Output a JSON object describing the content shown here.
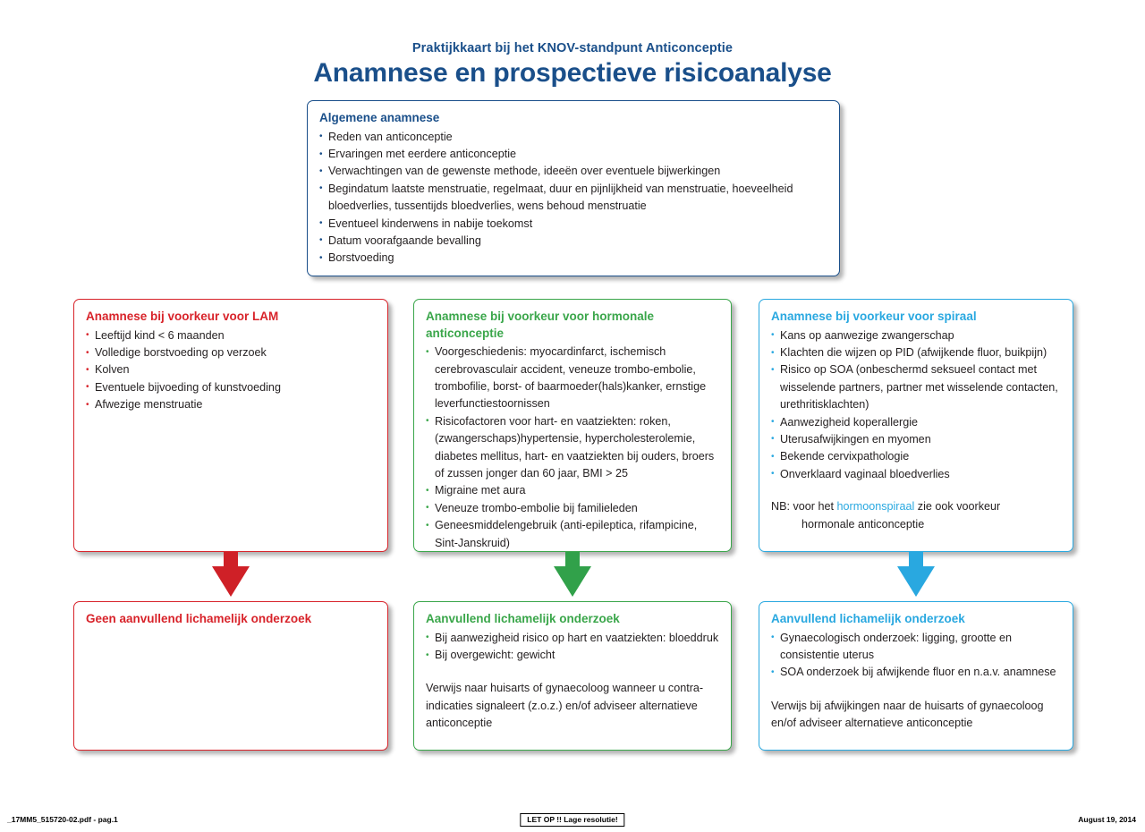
{
  "header": {
    "subtitle": "Praktijkkaart bij het KNOV-standpunt Anticonceptie",
    "title": "Anamnese en prospectieve risicoanalyse"
  },
  "general_box": {
    "title": "Algemene anamnese",
    "items": [
      "Reden van anticonceptie",
      "Ervaringen met eerdere anticonceptie",
      "Verwachtingen van de gewenste methode, ideeën over eventuele bijwerkingen",
      "Begindatum laatste menstruatie, regelmaat, duur en pijnlijkheid van menstruatie, hoeveelheid bloedverlies, tussentijds bloedverlies, wens behoud menstruatie",
      "Eventueel kinderwens in nabije toekomst",
      "Datum voorafgaande bevalling",
      "Borstvoeding"
    ]
  },
  "columns": {
    "lam": {
      "accent": "#d8232a",
      "anamnese": {
        "title": "Anamnese bij voorkeur voor LAM",
        "items": [
          "Leeftijd kind < 6 maanden",
          "Volledige borstvoeding op verzoek",
          "Kolven",
          "Eventuele bijvoeding of kunstvoeding",
          "Afwezige menstruatie"
        ]
      },
      "onderzoek": {
        "title": "Geen aanvullend lichamelijk onderzoek",
        "items": [],
        "paragraph": ""
      }
    },
    "hormonale": {
      "accent": "#3aa64a",
      "anamnese": {
        "title": "Anamnese bij voorkeur voor hormonale anticonceptie",
        "items": [
          "Voorgeschiedenis: myocardinfarct, ischemisch cerebrovasculair accident, veneuze trombo-embolie, trombofilie, borst- of baarmoeder(hals)kanker, ernstige leverfunctiestoornissen",
          "Risicofactoren voor hart- en vaatziekten: roken, (zwangerschaps)hypertensie, hypercholesterolemie, diabetes mellitus, hart- en vaatziekten bij ouders, broers of zussen jonger dan 60 jaar, BMI > 25",
          "Migraine met aura",
          "Veneuze trombo-embolie bij familieleden",
          "Geneesmiddelengebruik (anti-epileptica, rifampicine, Sint-Janskruid)"
        ]
      },
      "onderzoek": {
        "title": "Aanvullend lichamelijk onderzoek",
        "items": [
          "Bij aanwezigheid risico op hart en vaatziekten: bloeddruk",
          "Bij overgewicht: gewicht"
        ],
        "paragraph": "Verwijs naar huisarts of gynaecoloog wanneer u contra-indicaties signaleert (z.o.z.) en/of adviseer alternatieve anticonceptie"
      }
    },
    "spiraal": {
      "accent": "#29a8e0",
      "anamnese": {
        "title": "Anamnese bij voorkeur voor spiraal",
        "items": [
          "Kans op aanwezige zwangerschap",
          "Klachten die wijzen op PID (afwijkende fluor, buikpijn)",
          "Risico op SOA (onbeschermd seksueel contact met wisselende partners, partner met wisselende contacten, urethritisklachten)",
          "Aanwezigheid koperallergie",
          "Uterusafwijkingen en myomen",
          "Bekende cervixpathologie",
          "Onverklaard vaginaal bloedverlies"
        ],
        "note_prefix": "NB: voor het ",
        "note_link": "hormoonspiraal",
        "note_suffix": " zie ook voorkeur",
        "note_second_line": "hormonale anticonceptie"
      },
      "onderzoek": {
        "title": "Aanvullend lichamelijk onderzoek",
        "items": [
          "Gynaecologisch onderzoek: ligging, grootte en consistentie uterus",
          "SOA onderzoek bij afwijkende fluor en n.a.v. anamnese"
        ],
        "paragraph": "Verwijs  bij afwijkingen naar de huisarts of gynaecoloog en/of adviseer alternatieve anticonceptie"
      }
    }
  },
  "footer": {
    "left": "_17MM5_515720-02.pdf - pag.1",
    "center": "LET OP !! Lage resolutie!",
    "right": "August 19, 2014"
  }
}
